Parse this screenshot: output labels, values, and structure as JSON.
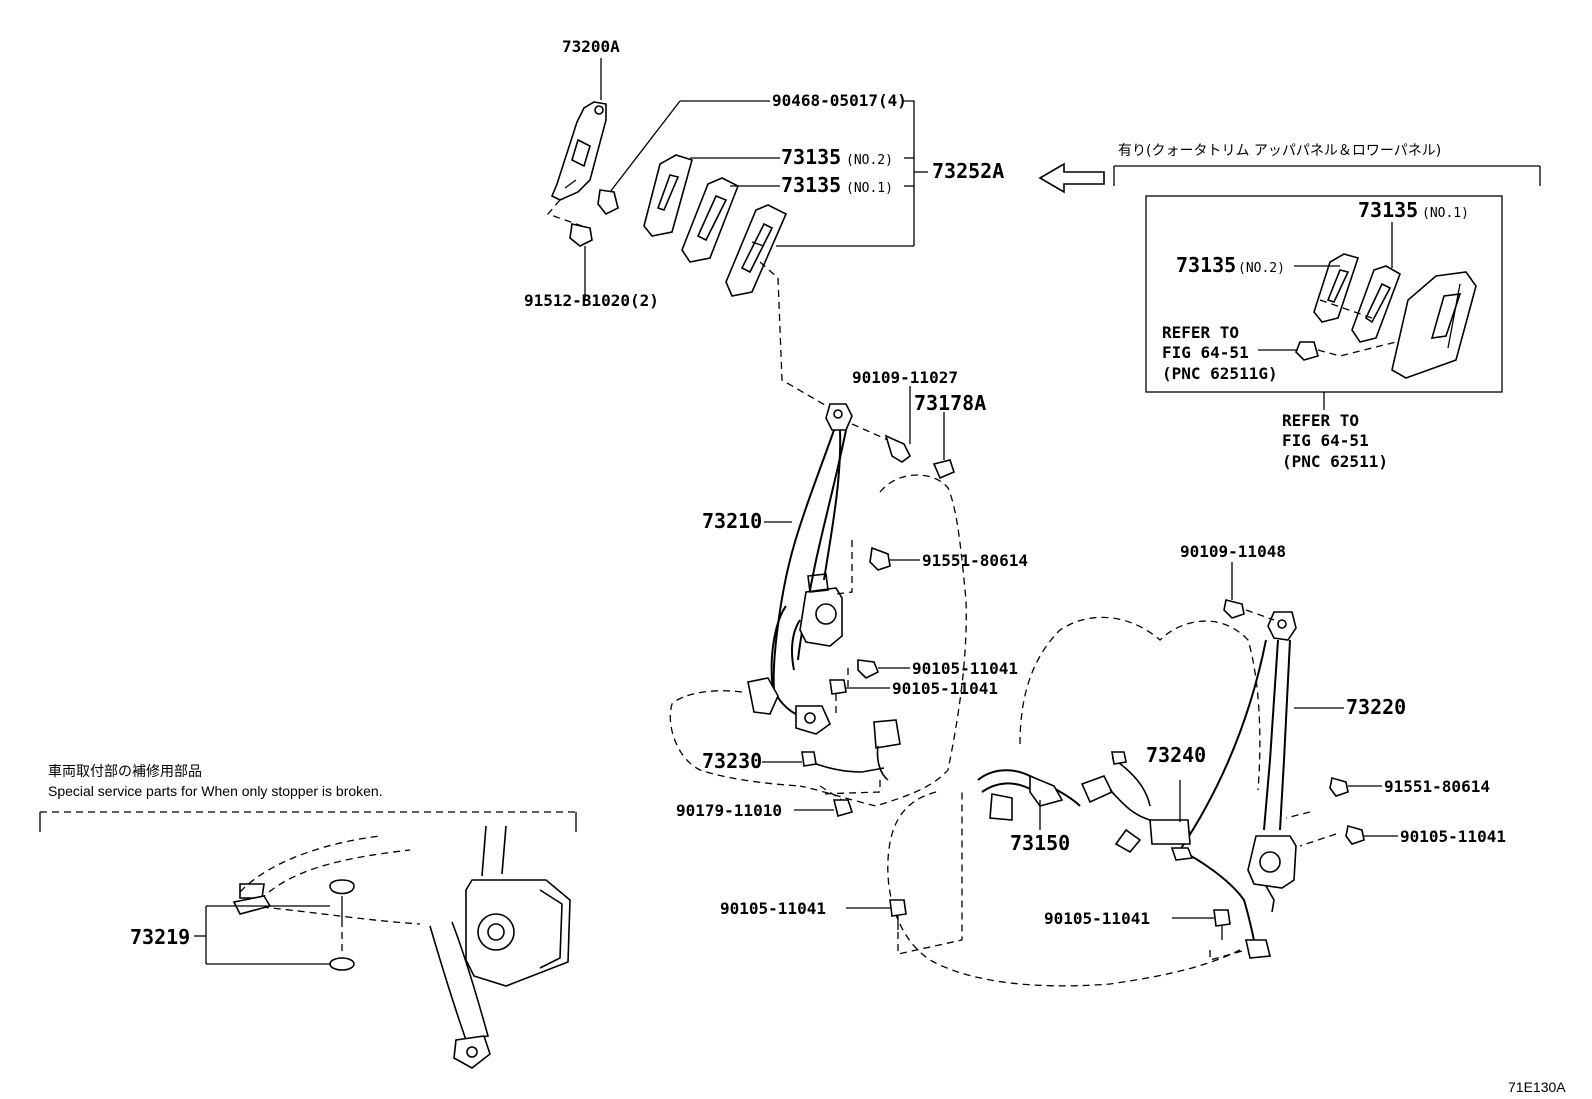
{
  "callouts": {
    "c73200A": "73200A",
    "c90468": "90468-05017(4)",
    "c73135_no2_top": "73135",
    "sfx_no2_top": "(NO.2)",
    "c73135_no1_top": "73135",
    "sfx_no1_top": "(NO.1)",
    "c73252A": "73252A",
    "c91512": "91512-B1020(2)",
    "c90109_11027": "90109-11027",
    "c73178A": "73178A",
    "c73210": "73210",
    "c91551_left": "91551-80614",
    "c90105_a": "90105-11041",
    "c90105_b": "90105-11041",
    "c73230": "73230",
    "c90179": "90179-11010",
    "c90105_c": "90105-11041",
    "c73150": "73150",
    "c90105_d": "90105-11041",
    "c90109_11048": "90109-11048",
    "c73220": "73220",
    "c73240": "73240",
    "c91551_right": "91551-80614",
    "c90105_e": "90105-11041",
    "c73219": "73219",
    "c73135_no1_box": "73135",
    "sfx_no1_box": "(NO.1)",
    "c73135_no2_box": "73135",
    "sfx_no2_box": "(NO.2)"
  },
  "inset_note": {
    "text": "有り(クォータトリム アッパパネル＆ロワーパネル)",
    "refer_inner_1": "REFER TO",
    "refer_inner_2": "FIG 64-51",
    "refer_inner_3": "(PNC 62511G)",
    "refer_outer_1": "REFER TO",
    "refer_outer_2": "FIG 64-51",
    "refer_outer_3": "(PNC 62511)"
  },
  "service_note": {
    "jp": "車両取付部の補修用部品",
    "en": "Special service parts for When only stopper is broken."
  },
  "figure_code": "71E130A"
}
